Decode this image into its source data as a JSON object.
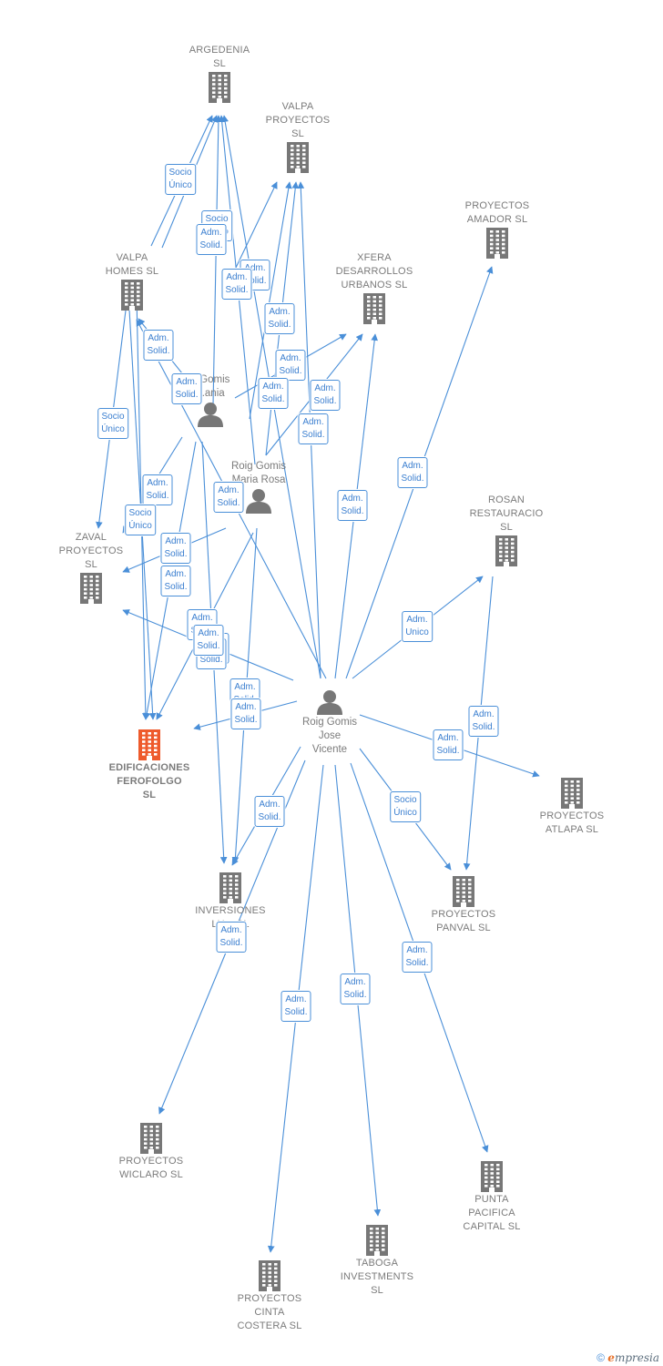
{
  "colors": {
    "edge": "#4a8fd8",
    "building": "#777777",
    "focus": "#ee5a2c",
    "person": "#777777"
  },
  "companies": [
    {
      "id": "argedenia",
      "label": "ARGEDENIA\nSL",
      "icon": "building-icon"
    },
    {
      "id": "valpa_proyectos",
      "label": "VALPA\nPROYECTOS\nSL",
      "icon": "building-icon"
    },
    {
      "id": "proyectos_amador",
      "label": "PROYECTOS\nAMADOR  SL",
      "icon": "building-icon"
    },
    {
      "id": "valpa_homes",
      "label": "VALPA\nHOMES  SL",
      "icon": "building-icon"
    },
    {
      "id": "xfera",
      "label": "XFERA\nDESARROLLOS\nURBANOS SL",
      "icon": "building-icon"
    },
    {
      "id": "rosan",
      "label": "ROSAN\nRESTAURACIO\nSL",
      "icon": "building-icon"
    },
    {
      "id": "zaval",
      "label": "ZAVAL\nPROYECTOS\nSL",
      "icon": "building-icon"
    },
    {
      "id": "ferofolgo",
      "label": "EDIFICACIONES\nFEROFOLGO\nSL",
      "icon": "building-icon",
      "focus": true
    },
    {
      "id": "atlapa",
      "label": "PROYECTOS\nATLAPA  SL",
      "icon": "building-icon"
    },
    {
      "id": "inversiones",
      "label": "INVERSIONES\nLU...  SL",
      "icon": "building-icon"
    },
    {
      "id": "panval",
      "label": "PROYECTOS\nPANVAL  SL",
      "icon": "building-icon"
    },
    {
      "id": "wiclaro",
      "label": "PROYECTOS\nWICLARO  SL",
      "icon": "building-icon"
    },
    {
      "id": "punta",
      "label": "PUNTA\nPACIFICA\nCAPITAL  SL",
      "icon": "building-icon"
    },
    {
      "id": "taboga",
      "label": "TABOGA\nINVESTMENTS\nSL",
      "icon": "building-icon"
    },
    {
      "id": "cinta",
      "label": "PROYECTOS\nCINTA\nCOSTERA  SL",
      "icon": "building-icon"
    }
  ],
  "persons": [
    {
      "id": "p_gomis_dania",
      "label": "...Gomis\n...ania",
      "icon": "person-icon"
    },
    {
      "id": "p_maria_rosa",
      "label": "Roig Gomis\nMaria Rosa",
      "icon": "person-icon"
    },
    {
      "id": "p_jose_vicente",
      "label": "Roig Gomis\nJose\nVicente",
      "icon": "person-icon"
    }
  ],
  "edge_labels": [
    "Socio\nÚnico",
    "Socio\nÚnico",
    "Adm.\nSolid.",
    "Adm.\nSolid.",
    "Adm.\nSolid.",
    "Adm.\nSolid.",
    "Adm.\nSolid.",
    "Adm.\nSolid.",
    "Adm.\nSolid.",
    "Adm.\nSolid.",
    "Adm.\nSolid.",
    "Adm.\nSolid.",
    "Socio\nÚnico",
    "Adm.\nSolid.",
    "Adm.\nSolid.",
    "Adm.\nSolid.",
    "Adm.\nSolid.",
    "Socio\nÚnico",
    "Adm.\nSolid.",
    "Adm.\nSolid.",
    "Adm.\nSolid.",
    "Adm.\nSolid.",
    "Adm.\nSolid.",
    "Adm.\nSolid.",
    "Adm.\nSolid.",
    "Adm.\nSolid.",
    "Socio\nÚnico",
    "Adm.\nSolid.",
    "Adm.\nUnico",
    "Adm.\nSolid.",
    "Adm.\nSolid.",
    "Adm.\nSolid.",
    "Adm.\nSolid.",
    "Adm.\nSolid.",
    "Adm.\nSolid."
  ],
  "footer": {
    "copyright": "©",
    "brand_initial": "e",
    "brand_rest": "mpresia"
  }
}
